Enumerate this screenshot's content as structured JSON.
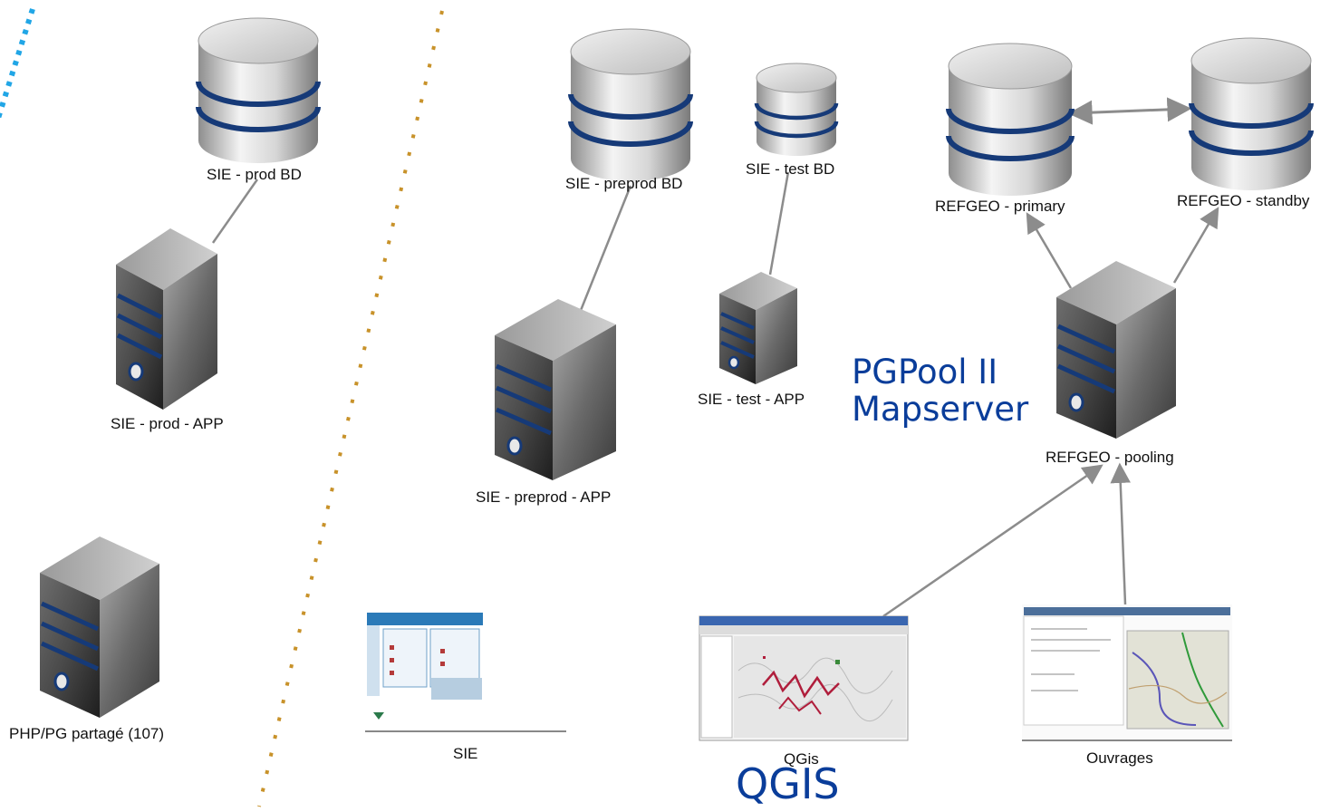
{
  "nodes": {
    "sie_prod_bd": "SIE - prod BD",
    "sie_prod_app": "SIE - prod - APP",
    "php_pg_shared": "PHP/PG partagé (107)",
    "sie_preprod_bd": "SIE - preprod BD",
    "sie_preprod_app": "SIE - preprod - APP",
    "sie_test_bd": "SIE - test BD",
    "sie_test_app": "SIE - test - APP",
    "refgeo_primary": "REFGEO - primary",
    "refgeo_standby": "REFGEO - standby",
    "refgeo_pooling": "REFGEO - pooling",
    "sie_client": "SIE",
    "qgis_client": "QGis",
    "ouvrages_client": "Ouvrages"
  },
  "annotations": {
    "pgpool_line1": "PGPool II",
    "pgpool_line2": "Mapserver",
    "qgis_big": "QGIS"
  },
  "colors": {
    "db_top": "#d8d8d8",
    "db_band": "#163a78",
    "server_body": "#4a4a4a",
    "connector": "#8c8c8c",
    "separator_left": "#21a6e6",
    "separator_mid": "#c8922a",
    "annotation_text": "#0a3d9a"
  }
}
